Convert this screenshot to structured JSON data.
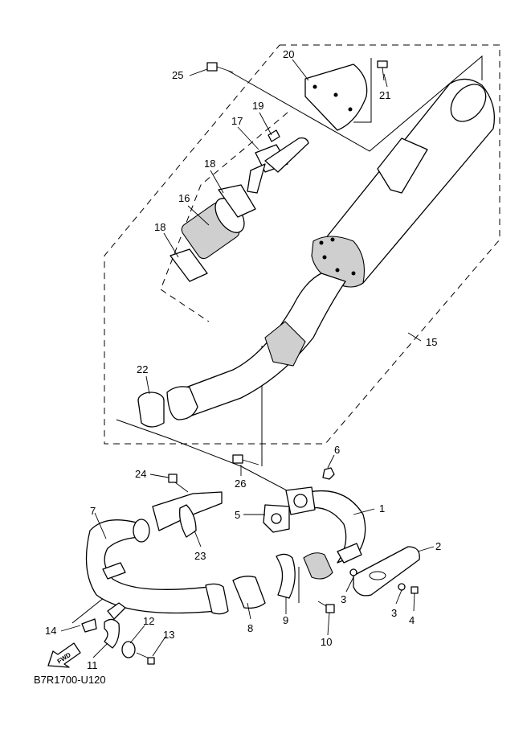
{
  "callouts": [
    "1",
    "2",
    "3",
    "3",
    "4",
    "5",
    "6",
    "7",
    "8",
    "9",
    "10",
    "11",
    "12",
    "13",
    "14",
    "15",
    "16",
    "17",
    "18",
    "18",
    "19",
    "20",
    "21",
    "22",
    "23",
    "24",
    "25",
    "26"
  ],
  "fwd_label": "FWD",
  "diagram_code": "B7R1700-U120"
}
